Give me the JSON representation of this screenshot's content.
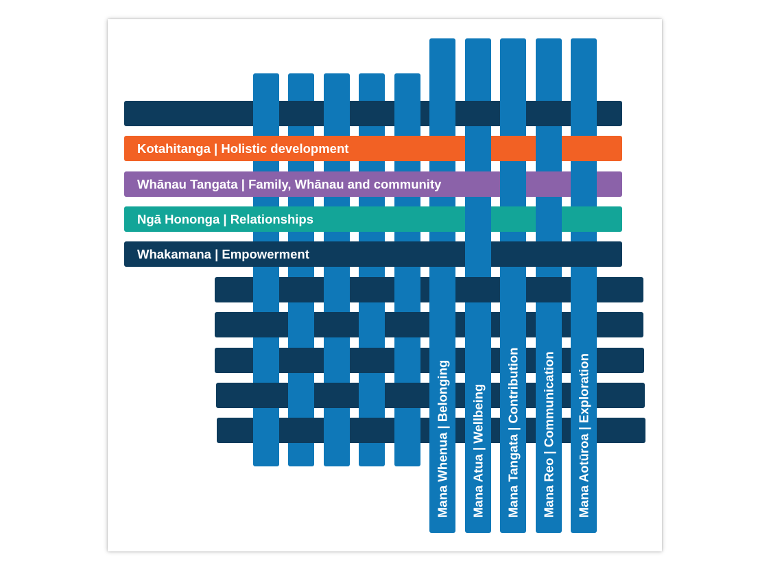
{
  "colors": {
    "background": "#ffffff",
    "navy": "#0d3b5c",
    "strand_blue": "#0f78b8",
    "orange": "#f26124",
    "purple": "#8b62a9",
    "teal": "#13a598",
    "label_text": "#ffffff"
  },
  "principles": [
    {
      "id": "kotahitanga",
      "label": "Kotahitanga | Holistic development",
      "color": "#f26124"
    },
    {
      "id": "whanau-tangata",
      "label": "Whānau Tangata | Family, Whānau and community",
      "color": "#8b62a9"
    },
    {
      "id": "nga-hononga",
      "label": "Ngā Hononga | Relationships",
      "color": "#13a598"
    },
    {
      "id": "whakamana",
      "label": "Whakamana | Empowerment",
      "color": "#0d3b5c"
    }
  ],
  "strands": [
    {
      "id": "mana-whenua",
      "label": "Mana Whenua |  Belonging"
    },
    {
      "id": "mana-atua",
      "label": "Mana Atua | Wellbeing"
    },
    {
      "id": "mana-tangata",
      "label": "Mana Tangata | Contribution"
    },
    {
      "id": "mana-reo",
      "label": "Mana Reo | Communication"
    },
    {
      "id": "mana-aoturoa",
      "label": "Mana Aotūroa | Exploration"
    }
  ]
}
